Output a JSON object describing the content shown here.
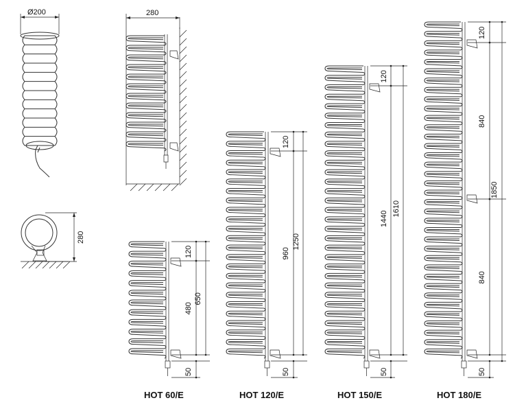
{
  "top_view": {
    "diameter_label": "Ø200"
  },
  "side_view": {
    "width_label": "280"
  },
  "end_view": {
    "height_label": "280"
  },
  "models": [
    {
      "name": "HOT 60/E",
      "dims": [
        "120",
        "480",
        "650",
        "50"
      ]
    },
    {
      "name": "HOT 120/E",
      "dims": [
        "120",
        "960",
        "1250",
        "50"
      ]
    },
    {
      "name": "HOT 150/E",
      "dims": [
        "120",
        "1440",
        "1610",
        "50"
      ]
    },
    {
      "name": "HOT 180/E",
      "dims": [
        "120",
        "840",
        "1850",
        "840",
        "50"
      ]
    }
  ]
}
